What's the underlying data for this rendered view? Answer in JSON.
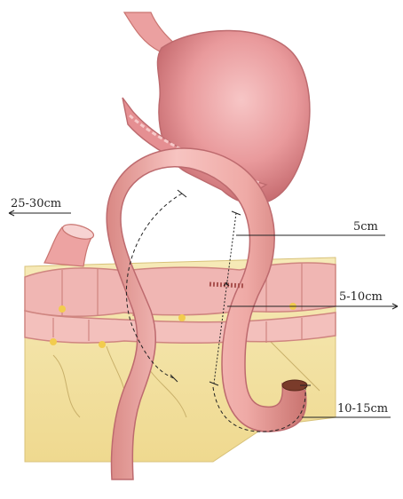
{
  "labels": {
    "proximal_limb": "25-30cm",
    "stoma": "5cm",
    "mid_segment": "5-10cm",
    "distal_limb": "10-15cm"
  },
  "colors": {
    "fat": "#f3e3a6",
    "fat_shadow": "#e7c66a",
    "bowel": "#f2b0ad",
    "bowel_dark": "#d98884",
    "stomach": "#e99a9c",
    "line": "#222222"
  }
}
